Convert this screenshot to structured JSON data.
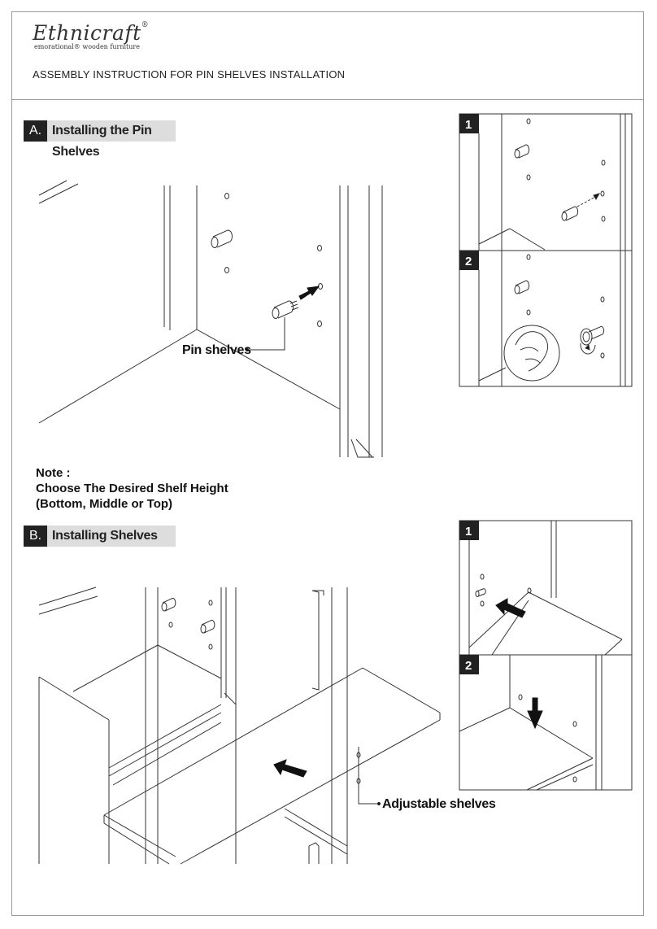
{
  "brand": {
    "name": "Ethnicraft",
    "tagline": "emorational® wooden furniture"
  },
  "document": {
    "title": "ASSEMBLY INSTRUCTION FOR PIN SHELVES INSTALLATION"
  },
  "sections": [
    {
      "letter": "A.",
      "label": "Installing the Pin Shelves",
      "callout": "Pin shelves",
      "steps": [
        "1",
        "2"
      ]
    },
    {
      "letter": "B.",
      "label": "Installing Shelves",
      "callout": "Adjustable shelves",
      "steps": [
        "1",
        "2"
      ]
    }
  ],
  "note": {
    "heading": "Note :",
    "line1": "Choose The Desired Shelf Height",
    "line2": "(Bottom, Middle or Top)"
  },
  "colors": {
    "ink": "#222222",
    "label_bg": "#dddddd",
    "border": "#999999"
  }
}
